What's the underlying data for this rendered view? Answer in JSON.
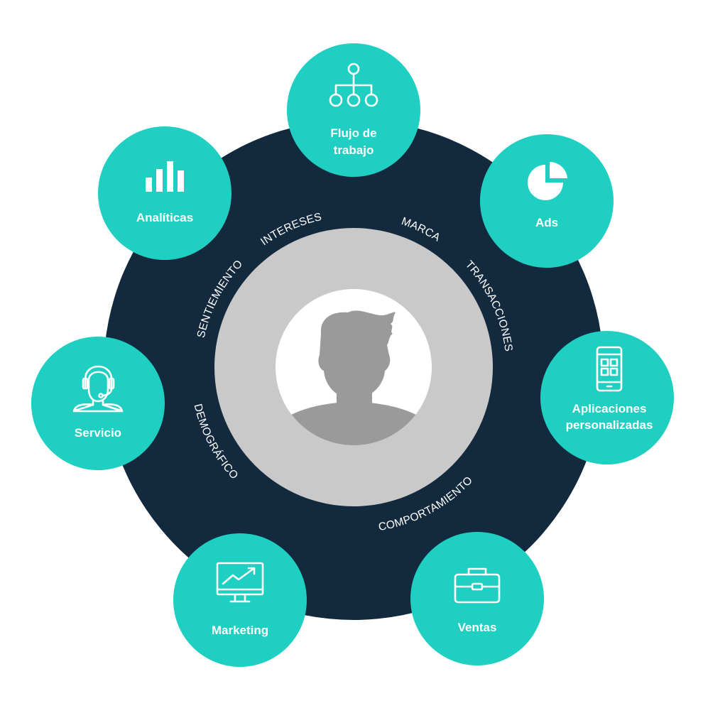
{
  "colors": {
    "dark": "#13293d",
    "teal": "#1fcfc1",
    "ring": "#c9c9c9",
    "person": "#9a9a9a",
    "white": "#ffffff"
  },
  "ring_labels": {
    "intereses": "INTERESES",
    "marca": "MARCA",
    "transacciones": "TRANSACCIONES",
    "comportamiento": "COMPORTAMIENTO",
    "demografico": "DEMOGRÁFICO",
    "sentimiento": "SENTIEMIENTO"
  },
  "nodes": {
    "flujo": {
      "line1": "Flujo de",
      "line2": "trabajo",
      "icon": "org-chart-icon"
    },
    "ads": {
      "label": "Ads",
      "icon": "pie-chart-icon"
    },
    "aplicaciones": {
      "line1": "Aplicaciones",
      "line2": "personalizadas",
      "icon": "smartphone-apps-icon"
    },
    "ventas": {
      "label": "Ventas",
      "icon": "briefcase-icon"
    },
    "marketing": {
      "label": "Marketing",
      "icon": "monitor-trend-icon"
    },
    "servicio": {
      "label": "Servicio",
      "icon": "headset-agent-icon"
    },
    "analiticas": {
      "label": "Analíticas",
      "icon": "bar-chart-icon"
    }
  }
}
